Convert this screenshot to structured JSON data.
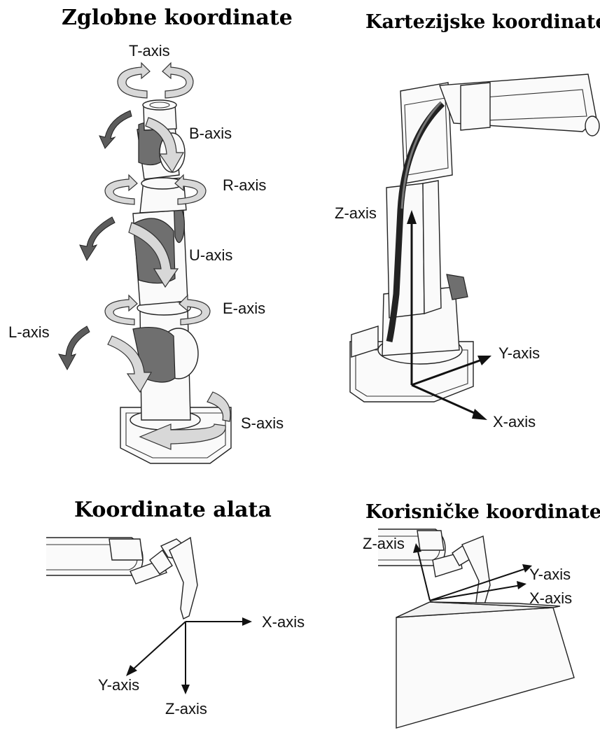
{
  "panels": {
    "joint": {
      "title": "Zglobne koordinate",
      "axes": [
        "T-axis",
        "B-axis",
        "R-axis",
        "U-axis",
        "E-axis",
        "L-axis",
        "S-axis"
      ]
    },
    "cartesian": {
      "title": "Kartezijske koordinate",
      "axes": [
        "Z-axis",
        "Y-axis",
        "X-axis"
      ]
    },
    "tool": {
      "title": "Koordinate alata",
      "axes": [
        "X-axis",
        "Y-axis",
        "Z-axis"
      ]
    },
    "user": {
      "title": "Korisničke koordinate",
      "axes": [
        "Z-axis",
        "Y-axis",
        "X-axis"
      ]
    }
  },
  "colors": {
    "robot_fill": "#fafafa",
    "dark_part": "#6f6f6f",
    "rotation_arrow": "#d8d8d8",
    "motion_arrow": "#5c5c5c"
  }
}
